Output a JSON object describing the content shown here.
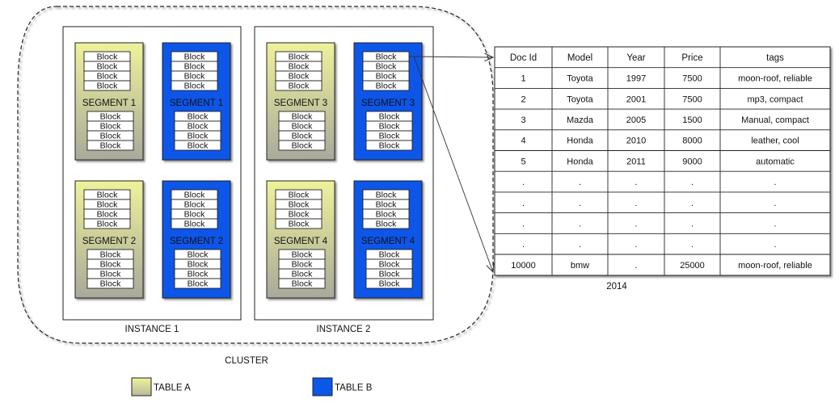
{
  "cluster": {
    "label": "CLUSTER",
    "instances": [
      {
        "label": "INSTANCE 1",
        "segments": [
          {
            "label": "SEGMENT 1",
            "table": "a"
          },
          {
            "label": "SEGMENT 1",
            "table": "b"
          },
          {
            "label": "SEGMENT 2",
            "table": "a"
          },
          {
            "label": "SEGMENT 2",
            "table": "b"
          }
        ]
      },
      {
        "label": "INSTANCE 2",
        "segments": [
          {
            "label": "SEGMENT 3",
            "table": "a"
          },
          {
            "label": "SEGMENT 3",
            "table": "b"
          },
          {
            "label": "SEGMENT 4",
            "table": "a"
          },
          {
            "label": "SEGMENT 4",
            "table": "b"
          }
        ]
      }
    ],
    "block_label": "Block"
  },
  "table": {
    "headers": [
      "Doc Id",
      "Model",
      "Year",
      "Price",
      "tags"
    ],
    "rows": [
      [
        "1",
        "Toyota",
        "1997",
        "7500",
        "moon-roof, reliable"
      ],
      [
        "2",
        "Toyota",
        "2001",
        "7500",
        "mp3, compact"
      ],
      [
        "3",
        "Mazda",
        "2005",
        "1500",
        "Manual, compact"
      ],
      [
        "4",
        "Honda",
        "2010",
        "8000",
        "leather, cool"
      ],
      [
        "5",
        "Honda",
        "2011",
        "9000",
        "automatic"
      ],
      [
        ".",
        ".",
        ".",
        ".",
        "."
      ],
      [
        ".",
        ".",
        ".",
        ".",
        "."
      ],
      [
        ".",
        ".",
        ".",
        ".",
        "."
      ],
      [
        ".",
        ".",
        ".",
        ".",
        "."
      ],
      [
        "10000",
        "bmw",
        ".",
        "25000",
        "moon-roof, reliable"
      ]
    ],
    "caption": "2014"
  },
  "legend": [
    {
      "key": "a",
      "label": "TABLE A",
      "color": "#e3ea8c"
    },
    {
      "key": "b",
      "label": "TABLE B",
      "color": "#0a57e8"
    }
  ],
  "colors": {
    "table_a_top": "#eef29a",
    "table_a_bottom": "#a9a99b",
    "table_b": "#0a57e8"
  }
}
